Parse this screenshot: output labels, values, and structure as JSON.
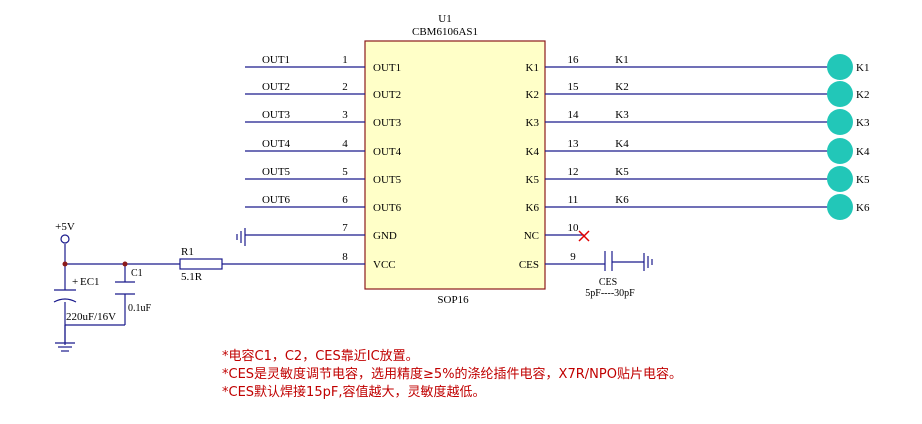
{
  "ic": {
    "ref": "U1",
    "part": "CBM6106AS1",
    "package": "SOP16",
    "left_pins": [
      {
        "num": "1",
        "name": "OUT1",
        "net": "OUT1"
      },
      {
        "num": "2",
        "name": "OUT2",
        "net": "OUT2"
      },
      {
        "num": "3",
        "name": "OUT3",
        "net": "OUT3"
      },
      {
        "num": "4",
        "name": "OUT4",
        "net": "OUT4"
      },
      {
        "num": "5",
        "name": "OUT5",
        "net": "OUT5"
      },
      {
        "num": "6",
        "name": "OUT6",
        "net": "OUT6"
      },
      {
        "num": "7",
        "name": "GND",
        "net": ""
      },
      {
        "num": "8",
        "name": "VCC",
        "net": ""
      }
    ],
    "right_pins": [
      {
        "num": "16",
        "name": "K1",
        "net": "K1",
        "pad": "K1"
      },
      {
        "num": "15",
        "name": "K2",
        "net": "K2",
        "pad": "K2"
      },
      {
        "num": "14",
        "name": "K3",
        "net": "K3",
        "pad": "K3"
      },
      {
        "num": "13",
        "name": "K4",
        "net": "K4",
        "pad": "K4"
      },
      {
        "num": "12",
        "name": "K5",
        "net": "K5",
        "pad": "K5"
      },
      {
        "num": "11",
        "name": "K6",
        "net": "K6",
        "pad": "K6"
      },
      {
        "num": "10",
        "name": "NC",
        "net": "",
        "pad": ""
      },
      {
        "num": "9",
        "name": "CES",
        "net": "",
        "pad": ""
      }
    ]
  },
  "power": {
    "label": "+5V"
  },
  "components": {
    "ec1": {
      "ref": "EC1",
      "value": "220uF/16V",
      "polarity": "+"
    },
    "c1": {
      "ref": "C1",
      "value": "0.1uF"
    },
    "r1": {
      "ref": "R1",
      "value": "5.1R"
    },
    "ces": {
      "ref": "CES",
      "value": "5pF----30pF"
    }
  },
  "notes": [
    "*电容C1，C2，CES靠近IC放置。",
    "*CES是灵敏度调节电容，选用精度≥5%的涤纶插件电容，X7R/NPO贴片电容。",
    "*CES默认焊接15pF,容值越大，灵敏度越低。"
  ],
  "colors": {
    "wire": "#1a1a8c",
    "ic_fill": "#ffffc8",
    "ic_border": "#8b1a1a",
    "pad": "#22c7b8",
    "junction": "#8b1a1a",
    "nc_mark": "#e00000",
    "note": "#c00000"
  }
}
